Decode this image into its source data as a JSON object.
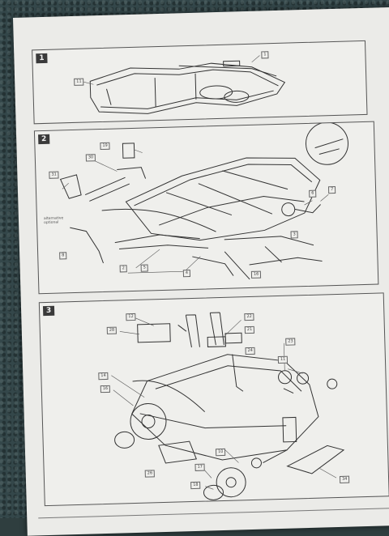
{
  "steps": [
    {
      "number": "1",
      "labels": [
        "1",
        "11"
      ]
    },
    {
      "number": "2",
      "labels": [
        "19",
        "30",
        "31",
        "8",
        "7",
        "6",
        "3",
        "4",
        "5",
        "2",
        "16"
      ],
      "note": "alternative optional"
    },
    {
      "number": "3",
      "labels": [
        "12",
        "28",
        "22",
        "21",
        "24",
        "23",
        "11",
        "10",
        "14",
        "26",
        "16",
        "17",
        "18",
        "34"
      ]
    }
  ]
}
